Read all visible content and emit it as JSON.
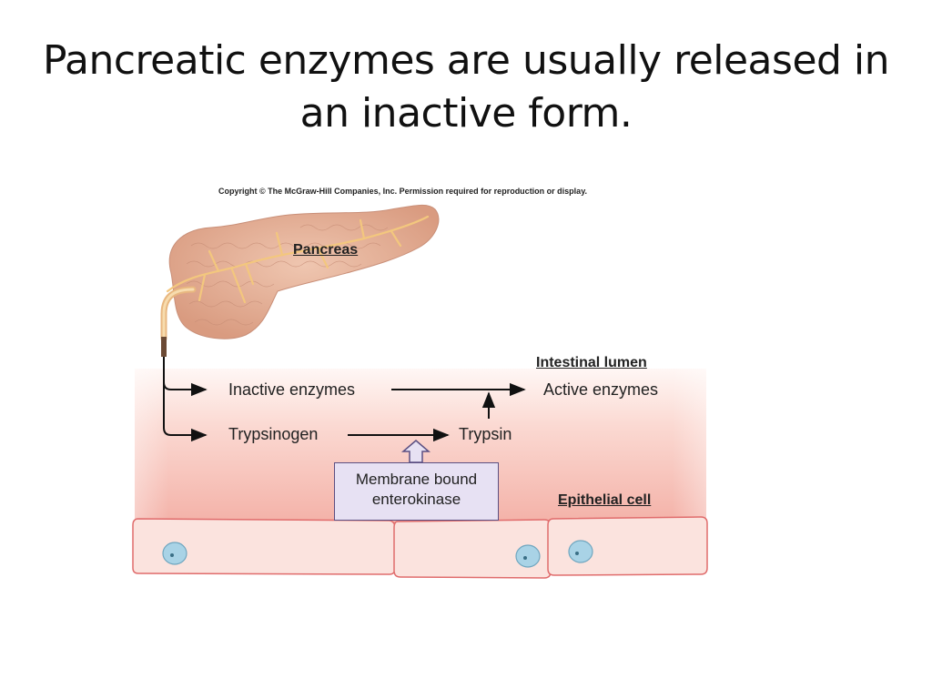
{
  "slide": {
    "title_line1": "Pancreatic enzymes are usually released in",
    "title_line2": "an inactive form."
  },
  "figure": {
    "copyright": "Copyright © The McGraw-Hill Companies, Inc. Permission required for reproduction or display.",
    "labels": {
      "pancreas": "Pancreas",
      "intestinal_lumen": "Intestinal lumen",
      "epithelial_cell": "Epithelial cell",
      "inactive_enzymes": "Inactive enzymes",
      "active_enzymes": "Active enzymes",
      "trypsinogen": "Trypsinogen",
      "trypsin": "Trypsin",
      "enterokinase_line1": "Membrane bound",
      "enterokinase_line2": "enterokinase"
    },
    "colors": {
      "pancreas": "#e8b79f",
      "duct": "#f1c48a",
      "lumen_top": "#fde3dc",
      "lumen_bottom": "#f2a99f",
      "cell_fill": "#fbe3de",
      "cell_border": "#e06c6c",
      "nucleus": "#a9d3e6",
      "enzyme_box": "#e7e1f3"
    }
  }
}
